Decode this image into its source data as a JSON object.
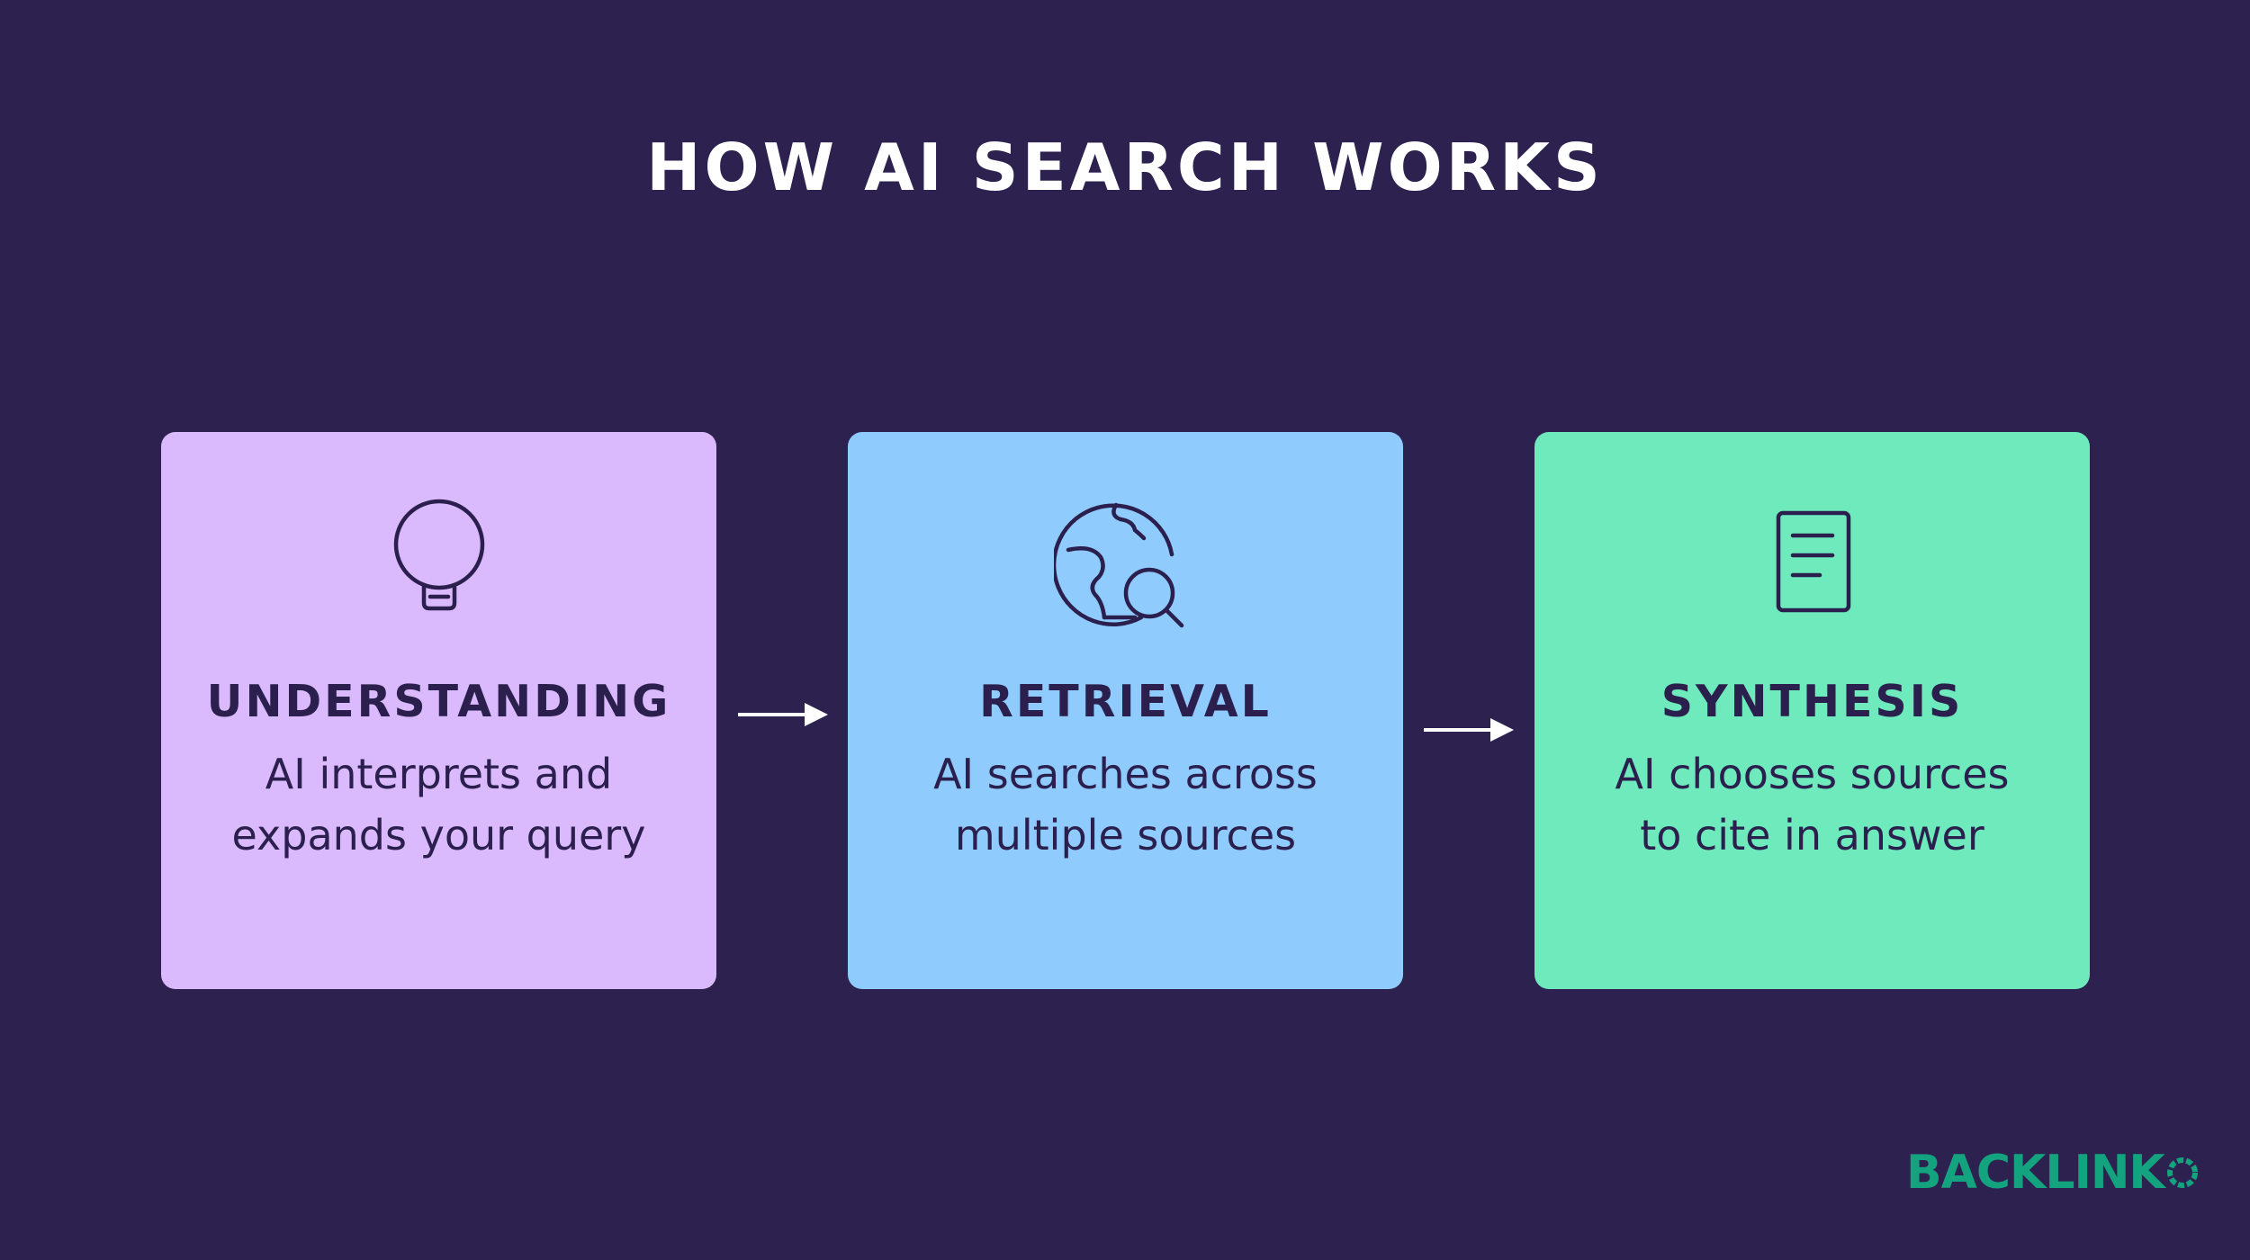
{
  "title": "HOW AI SEARCH WORKS",
  "steps": [
    {
      "heading": "UNDERSTANDING",
      "line1": "AI interprets and",
      "line2": "expands your query",
      "icon": "lightbulb-icon",
      "color": "#dbb9fd"
    },
    {
      "heading": "RETRIEVAL",
      "line1": "AI searches across",
      "line2": "multiple sources",
      "icon": "globe-search-icon",
      "color": "#8fcbfd"
    },
    {
      "heading": "SYNTHESIS",
      "line1": "AI chooses sources",
      "line2": "to cite in answer",
      "icon": "document-icon",
      "color": "#6eeabc"
    }
  ],
  "arrow_icon": "arrow-right-icon",
  "logo": {
    "text": "BACKLINK",
    "final_letter": "O",
    "color": "#14a37f"
  },
  "colors": {
    "background": "#2d224f",
    "title": "#ffffff",
    "card_text": "#2a1f4d"
  }
}
